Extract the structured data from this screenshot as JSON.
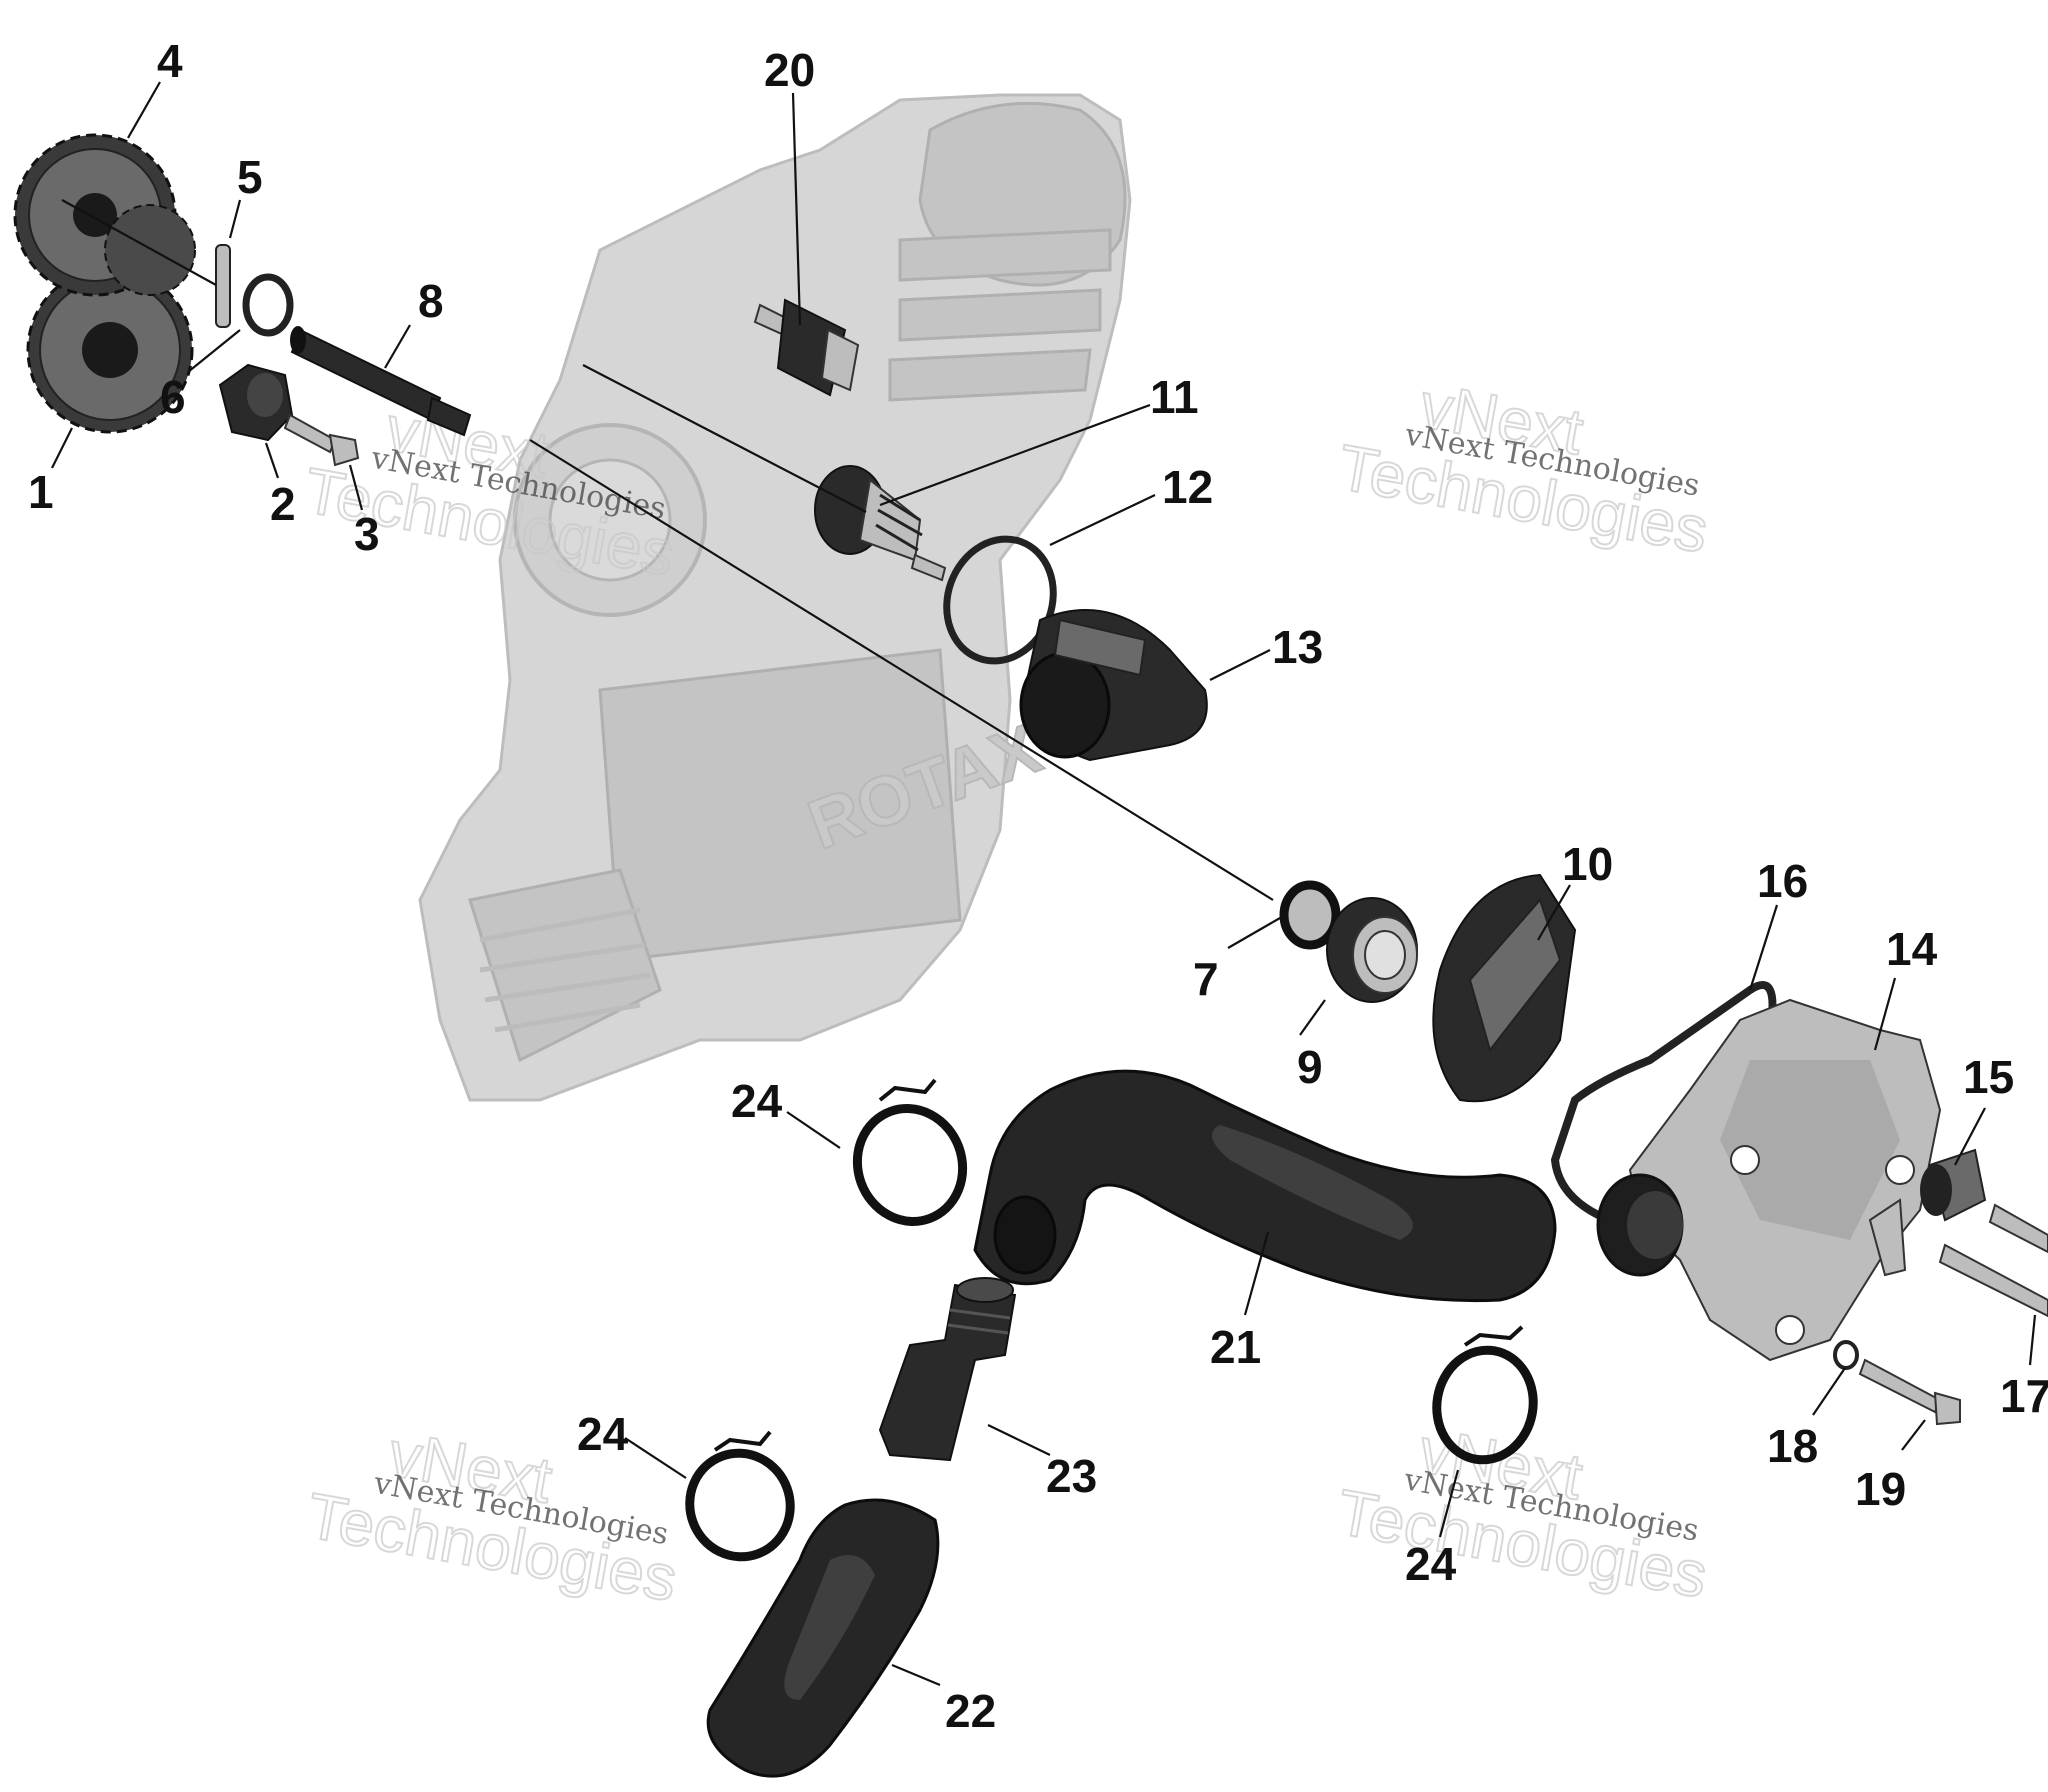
{
  "callouts": [
    {
      "id": "1",
      "label": "1"
    },
    {
      "id": "2",
      "label": "2"
    },
    {
      "id": "3",
      "label": "3"
    },
    {
      "id": "4",
      "label": "4"
    },
    {
      "id": "5",
      "label": "5"
    },
    {
      "id": "6",
      "label": "6"
    },
    {
      "id": "7",
      "label": "7"
    },
    {
      "id": "8",
      "label": "8"
    },
    {
      "id": "9",
      "label": "9"
    },
    {
      "id": "10",
      "label": "10"
    },
    {
      "id": "11",
      "label": "11"
    },
    {
      "id": "12",
      "label": "12"
    },
    {
      "id": "13",
      "label": "13"
    },
    {
      "id": "14",
      "label": "14"
    },
    {
      "id": "15",
      "label": "15"
    },
    {
      "id": "16",
      "label": "16"
    },
    {
      "id": "17",
      "label": "17"
    },
    {
      "id": "18",
      "label": "18"
    },
    {
      "id": "19",
      "label": "19"
    },
    {
      "id": "20",
      "label": "20"
    },
    {
      "id": "21",
      "label": "21"
    },
    {
      "id": "22",
      "label": "22"
    },
    {
      "id": "23",
      "label": "23"
    },
    {
      "id": "24a",
      "label": "24"
    },
    {
      "id": "24b",
      "label": "24"
    },
    {
      "id": "24c",
      "label": "24"
    }
  ],
  "watermark": {
    "line1": "vNext Technologies",
    "big_line1": "vNext",
    "big_line2": "Technologies"
  },
  "engine_logo": "ROTAX"
}
